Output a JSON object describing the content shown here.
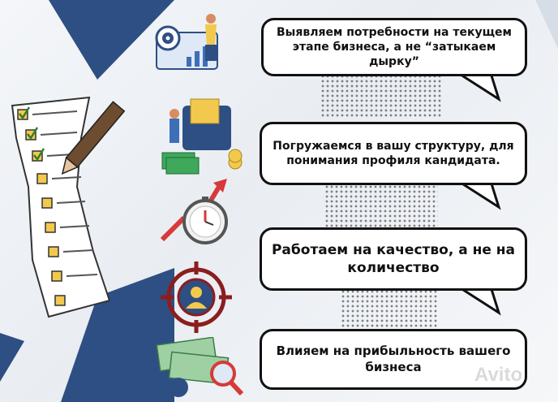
{
  "colors": {
    "navy": "#2e4f83",
    "checklist_yellow": "#f2c94c",
    "bubble_border": "#111111"
  },
  "items": [
    {
      "text": "Выявляем потребности на текущем этапе бизнеса, а не “затыкаем дырку”",
      "icon": "target-analytics-icon"
    },
    {
      "text": "Погружаемся в вашу структуру, для понимания профиля кандидата.",
      "icon": "wallet-money-icon"
    },
    {
      "text": "Работаем на качество, а не на количество",
      "icon": "stopwatch-growth-icon"
    },
    {
      "text": "Влияем на прибыльность вашего бизнеса",
      "icon": "target-person-icon"
    }
  ],
  "watermark": "Avito"
}
